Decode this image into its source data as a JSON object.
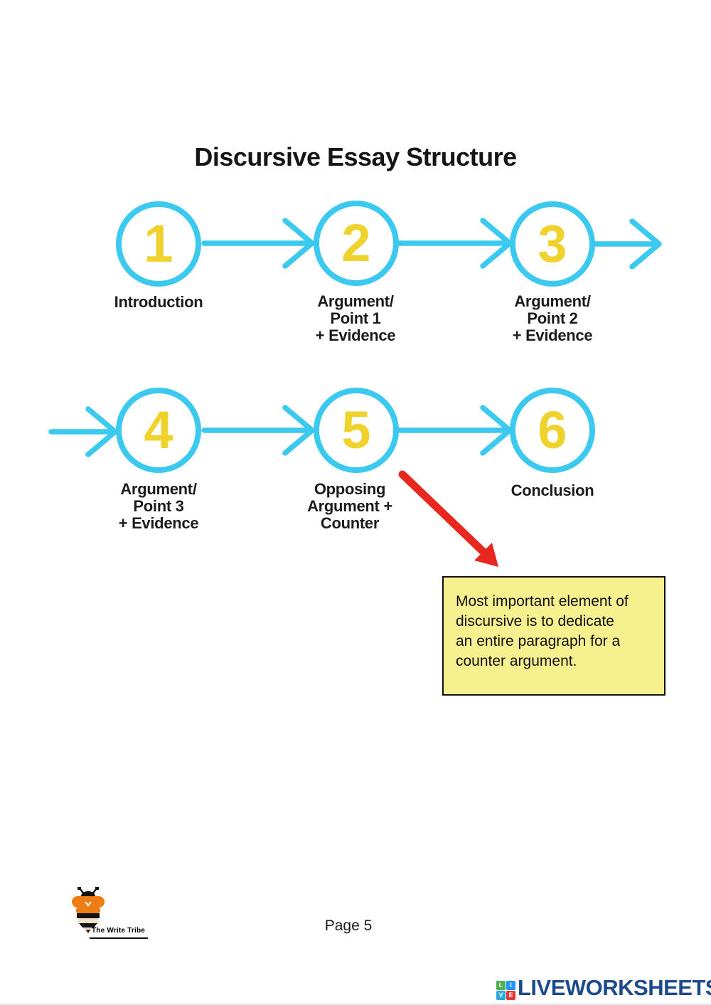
{
  "title": "Discursive Essay Structure",
  "diagram": {
    "steps": [
      {
        "number": "1",
        "lines": [
          "Introduction"
        ]
      },
      {
        "number": "2",
        "lines": [
          "Argument/",
          "Point 1",
          "+ Evidence"
        ]
      },
      {
        "number": "3",
        "lines": [
          "Argument/",
          "Point 2",
          "+ Evidence"
        ]
      },
      {
        "number": "4",
        "lines": [
          "Argument/",
          "Point 3",
          "+ Evidence"
        ]
      },
      {
        "number": "5",
        "lines": [
          "Opposing",
          "Argument +",
          "Counter"
        ]
      },
      {
        "number": "6",
        "lines": [
          "Conclusion"
        ]
      }
    ],
    "colors": {
      "circle_stroke": "#3CC9F0",
      "number": "#EFD32C",
      "arrow": "#3CC9F0",
      "red_arrow": "#E8281E",
      "label_text": "#1c1c1c"
    }
  },
  "note": {
    "text": "Most important element of discursive is to dedicate an entire paragraph for a counter argument.",
    "lines": [
      "Most important element of",
      "discursive is to dedicate",
      "an entire paragraph for a",
      "counter argument."
    ],
    "background": "#F6F08E"
  },
  "footer": {
    "page_label": "Page 5",
    "brand": "LIVEWORKSHEETS",
    "brand_color": "#1B4A8D",
    "tiles": [
      {
        "letter": "L",
        "color": "#4CAF50"
      },
      {
        "letter": "I",
        "color": "#2196F3"
      },
      {
        "letter": "V",
        "color": "#29A8E0"
      },
      {
        "letter": "E",
        "color": "#E53935"
      }
    ]
  },
  "logo": {
    "name": "The Write Tribe"
  }
}
